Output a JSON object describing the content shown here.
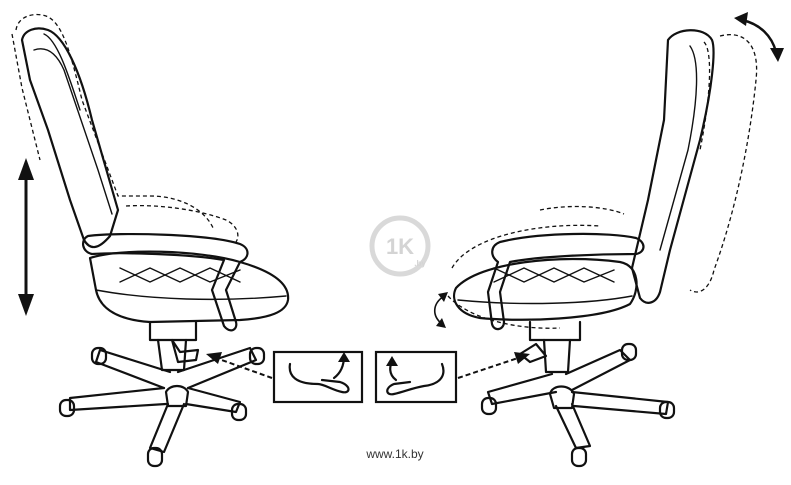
{
  "watermark": {
    "logo_text": "1K",
    "logo_suffix": ".by"
  },
  "footer": {
    "site_url": "www.1k.by"
  },
  "icons": {
    "height_arrow": "double-vertical-arrow-icon",
    "recline_arrow": "curved-double-arrow-icon",
    "tilt_arrow": "curved-double-arrow-icon",
    "callout_arrows": "dashed-arrow-icon"
  }
}
